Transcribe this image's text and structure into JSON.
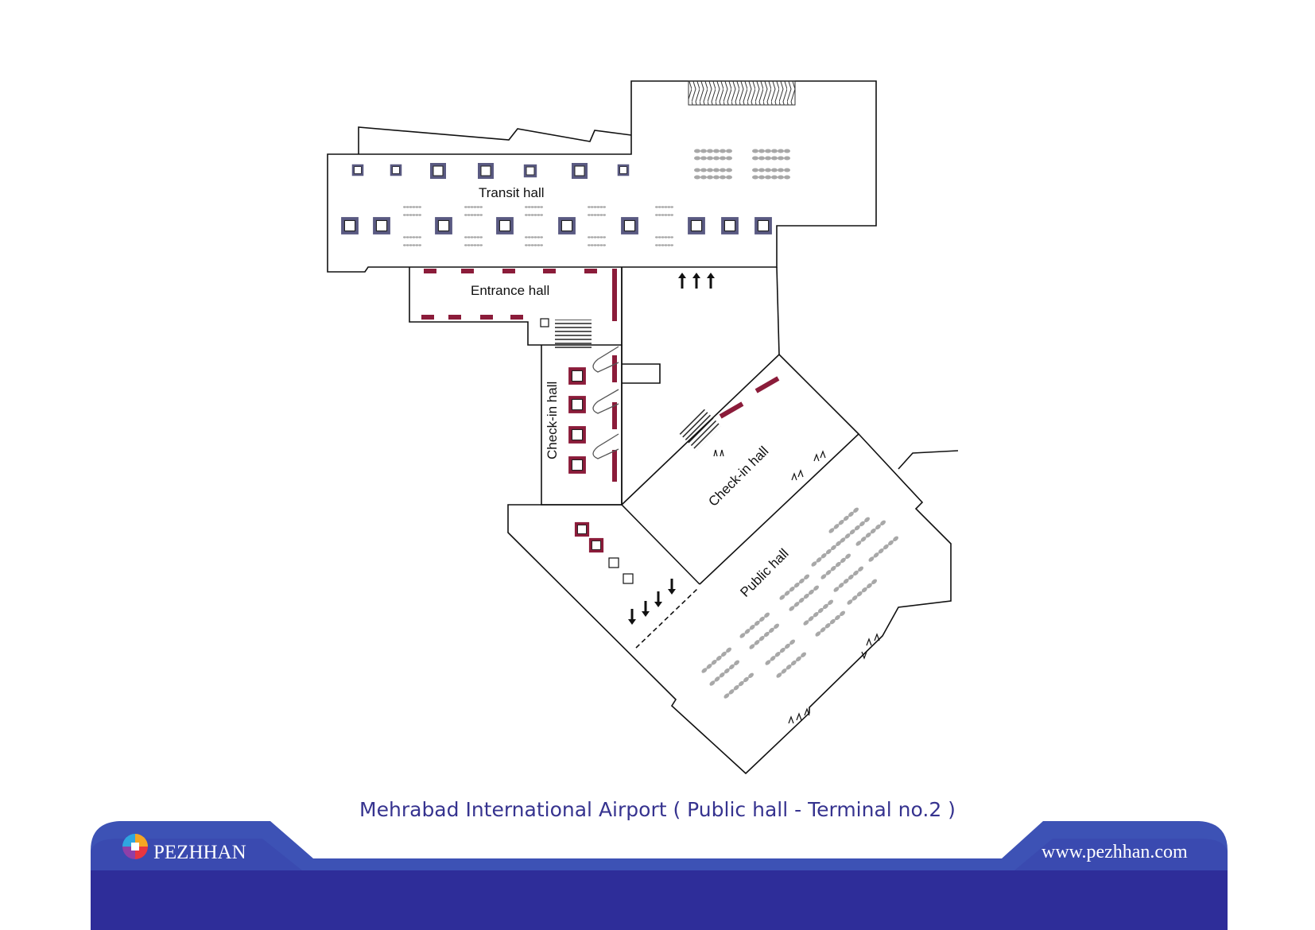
{
  "map": {
    "labels": {
      "transit": "Transit hall",
      "entrance": "Entrance hall",
      "checkin_left": "Check-in hall",
      "checkin_right": "Check-in hall",
      "public": "Public hall"
    }
  },
  "caption": "Mehrabad International Airport ( Public hall - Terminal no.2 )",
  "footer": {
    "brand": "PEZHHAN",
    "url": "www.pezhhan.com"
  },
  "colors": {
    "footer_blue": "#2e2d99",
    "footer_blue_light": "#3d52b5",
    "caption_text": "#36338f",
    "counter_red": "#8b1c3a",
    "seat_gray": "#a8a8a8",
    "kiosk_purple": "#5a5a82"
  },
  "icons": {
    "logo": "pinwheel-logo-icon"
  }
}
